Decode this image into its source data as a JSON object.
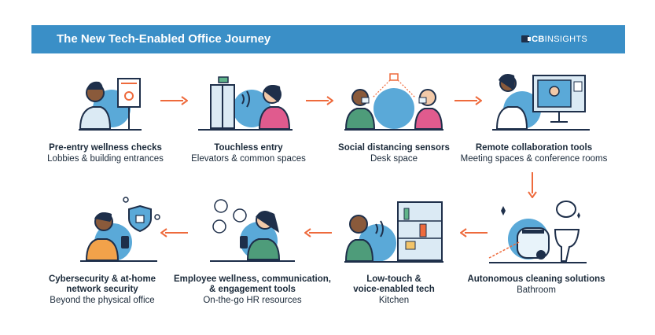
{
  "header": {
    "title": "The New Tech-Enabled Office Journey",
    "brand_prefix": "CB",
    "brand_suffix": "INSIGHTS"
  },
  "steps": [
    {
      "title": "Pre-entry wellness checks",
      "subtitle": "Lobbies & building entrances",
      "icon": "person-temperature-check-icon"
    },
    {
      "title": "Touchless entry",
      "subtitle": "Elevators & common spaces",
      "icon": "touchless-elevator-icon"
    },
    {
      "title": "Social distancing sensors",
      "subtitle": "Desk space",
      "icon": "distancing-sensor-icon"
    },
    {
      "title": "Remote collaboration tools",
      "subtitle": "Meeting spaces & conference rooms",
      "icon": "video-call-monitor-icon"
    },
    {
      "title": "Autonomous cleaning solutions",
      "subtitle": "Bathroom",
      "icon": "cleaning-robot-icon"
    },
    {
      "title_line1": "Low-touch &",
      "title_line2": "voice-enabled tech",
      "subtitle": "Kitchen",
      "icon": "voice-fridge-icon"
    },
    {
      "title_line1": "Employee wellness, communication,",
      "title_line2": "& engagement tools",
      "subtitle": "On-the-go HR resources",
      "icon": "phone-hr-icon"
    },
    {
      "title_line1": "Cybersecurity & at-home",
      "title_line2": "network security",
      "subtitle": "Beyond the physical office",
      "icon": "shield-lock-icon"
    }
  ],
  "colors": {
    "header": "#3a8fc7",
    "circle": "#5aa9d8",
    "arrow": "#ee6a3c",
    "line": "#1e2f4a"
  }
}
